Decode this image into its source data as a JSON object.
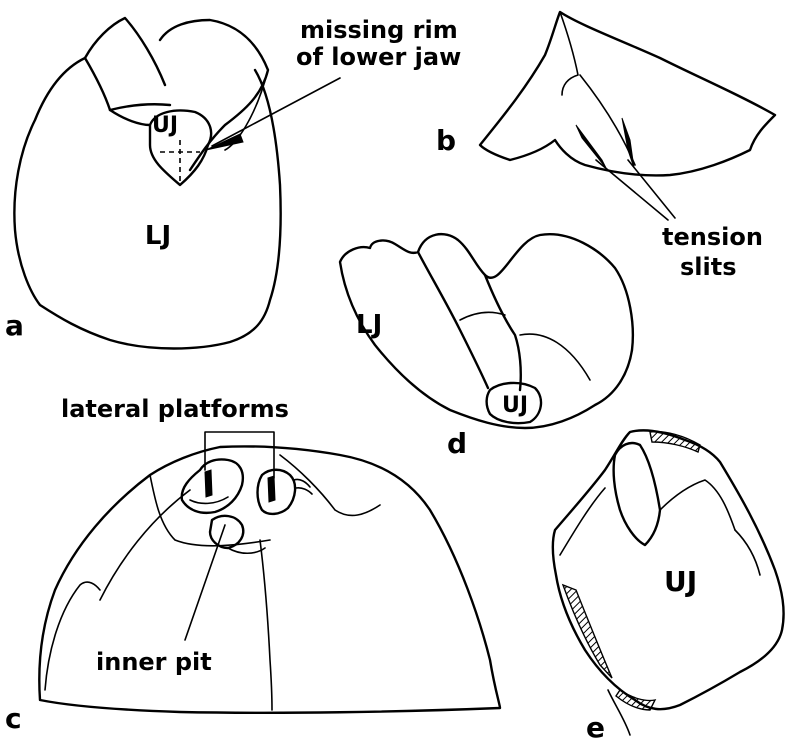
{
  "panels": {
    "a": {
      "letter": "a",
      "lower_jaw": "LJ",
      "upper_jaw": "UJ"
    },
    "b": {
      "letter": "b"
    },
    "c": {
      "letter": "c"
    },
    "d": {
      "letter": "d",
      "lower_jaw": "LJ",
      "upper_jaw": "UJ"
    },
    "e": {
      "letter": "e",
      "upper_jaw": "UJ"
    }
  },
  "annotations": {
    "missing_rim_line1": "missing rim",
    "missing_rim_line2": "of lower jaw",
    "tension_line1": "tension",
    "tension_line2": "slits",
    "lateral_platforms": "lateral platforms",
    "inner_pit": "inner pit"
  }
}
